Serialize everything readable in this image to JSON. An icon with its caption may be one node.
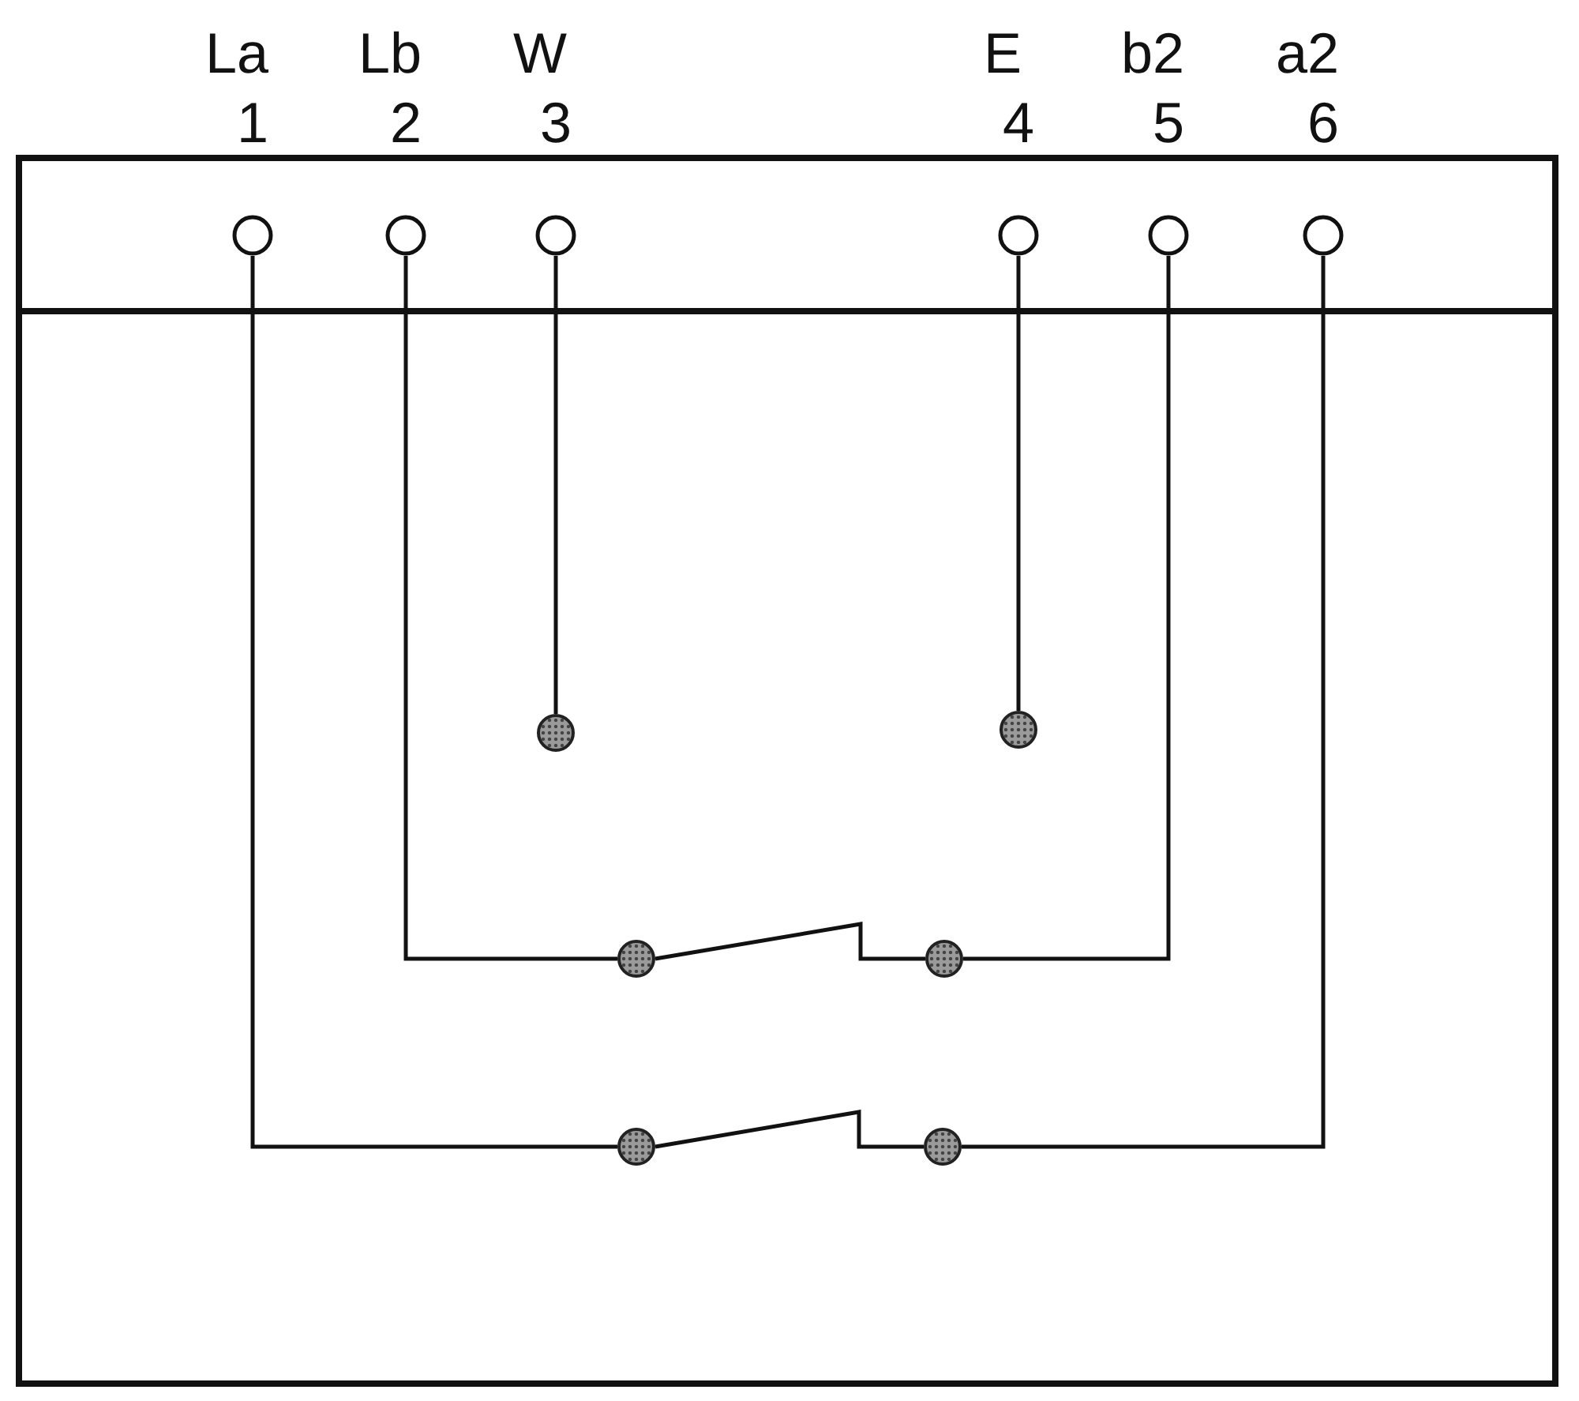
{
  "diagram": {
    "nodes": [
      {
        "text": [
          "La",
          "1"
        ]
      },
      {
        "text": [
          "Lb",
          "2"
        ]
      },
      {
        "text": [
          "W",
          "3"
        ]
      },
      {
        "text": [
          "E",
          "4"
        ]
      },
      {
        "text": [
          "b2",
          "5"
        ]
      },
      {
        "text": [
          "a2",
          "6"
        ]
      },
      {
        "text": [],
        "shape": "circle"
      },
      {
        "text": [],
        "shape": "circle"
      },
      {
        "text": [],
        "shape": "circle"
      },
      {
        "text": [],
        "shape": "circle"
      },
      {
        "text": [],
        "shape": "circle"
      },
      {
        "text": [],
        "shape": "circle"
      }
    ],
    "edges": [
      {
        "from": 2,
        "to": 6,
        "arrow": "none"
      },
      {
        "from": 3,
        "to": 7,
        "arrow": "none"
      },
      {
        "from": 1,
        "to": 8,
        "arrow": "none"
      },
      {
        "from": 8,
        "to": 9,
        "arrow": "none"
      },
      {
        "from": 4,
        "to": 9,
        "arrow": "none"
      },
      {
        "from": 0,
        "to": 10,
        "arrow": "none"
      },
      {
        "from": 10,
        "to": 11,
        "arrow": "none"
      },
      {
        "from": 5,
        "to": 11,
        "arrow": "none"
      }
    ]
  }
}
